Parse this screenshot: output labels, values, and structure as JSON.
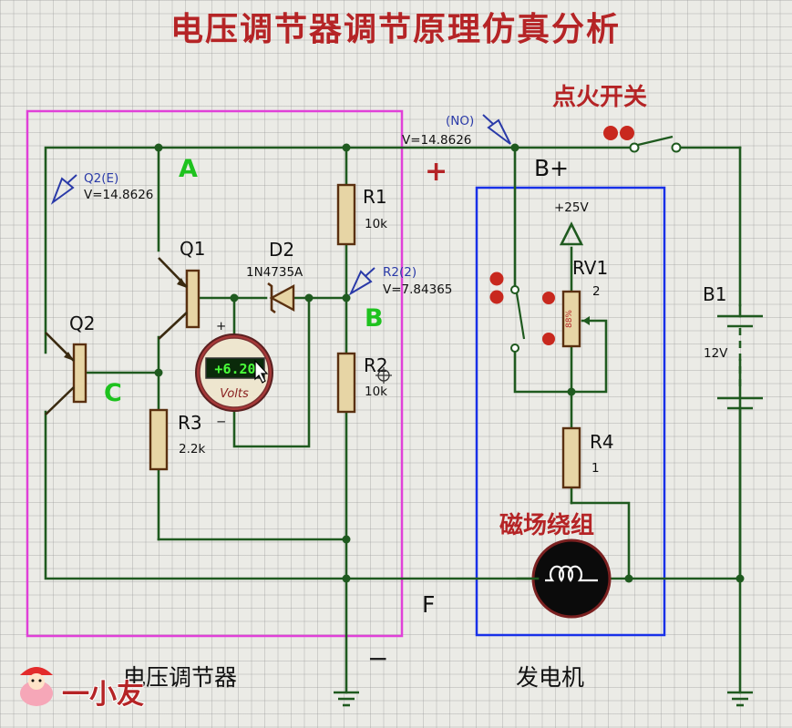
{
  "title": "电压调节器调节原理仿真分析",
  "ignition_switch": "点火开关",
  "regulator_caption": "电压调节器",
  "generator_caption": "发电机",
  "field_winding": "磁场绕组",
  "nodes": {
    "a": "A",
    "b": "B",
    "c": "C",
    "f": "F",
    "b_plus": "B+",
    "plus": "+",
    "minus": "−"
  },
  "probes": {
    "q2e_name": "Q2(E)",
    "q2e_value": "V=14.8626",
    "no_name": "(NO)",
    "no_value": "V=14.8626",
    "r22_name": "R2(2)",
    "r22_value": "V=7.84365"
  },
  "components": {
    "r1": "R1",
    "r1_value": "10k",
    "r2": "R2",
    "r2_value": "10k",
    "r3": "R3",
    "r3_value": "2.2k",
    "r4": "R4",
    "r4_value": "1",
    "q1": "Q1",
    "q2": "Q2",
    "d2": "D2",
    "d2_value": "1N4735A",
    "rv1": "RV1",
    "rv1_pin": "2",
    "rv1_percent": "88%",
    "b1": "B1",
    "b1_value": "12V",
    "supply": "+25V"
  },
  "voltmeter": {
    "reading": "+6.20",
    "unit": "Volts",
    "plus": "+",
    "minus": "−"
  },
  "logo": {
    "text": "一小友"
  },
  "colors": {
    "regulator_box": "#e040d8",
    "generator_box": "#1830e8",
    "wire": "#1f5a1f",
    "title": "#b52426",
    "node_label": "#1ec21e"
  }
}
